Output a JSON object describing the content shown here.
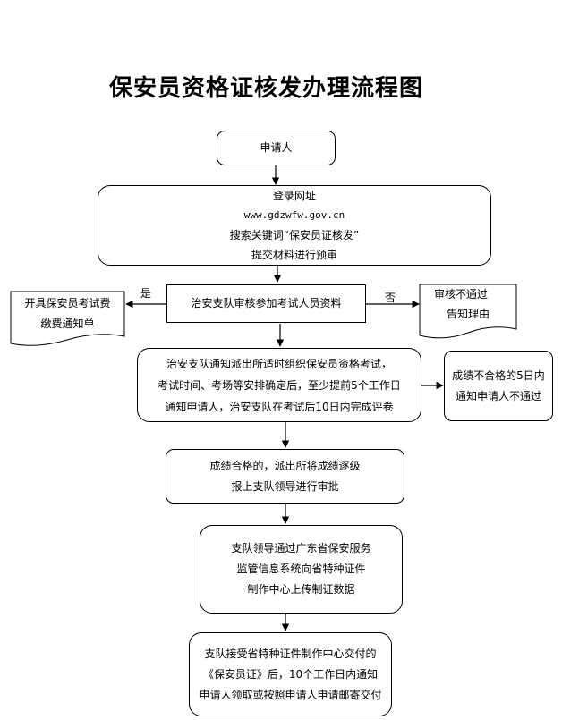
{
  "title": "保安员资格证核发办理流程图",
  "nodes": {
    "applicant": "申请人",
    "online": [
      "登录网址",
      "www.gdzwfw.gov.cn",
      "搜索关键词“保安员证核发”",
      "提交材料进行预审"
    ],
    "review": "治安支队审核参加考试人员资料",
    "fee_notice": [
      "开具保安员考试费",
      "缴费通知单"
    ],
    "reject_notice": [
      "审核不通过",
      "告知理由"
    ],
    "exam": [
      "治安支队通知派出所适时组织保安员资格考试，",
      "考试时间、考场等安排确定后，至少提前5个工作日",
      "通知申请人，治安支队在考试后10日内完成评卷"
    ],
    "fail_notice": [
      "成绩不合格的5日内",
      "通知申请人不通过"
    ],
    "pass_report": [
      "成绩合格的，派出所将成绩逐级",
      "报上支队领导进行审批"
    ],
    "upload": [
      "支队领导通过广东省保安服务",
      "监管信息系统向省特种证件",
      "制作中心上传制证数据"
    ],
    "deliver": [
      "支队接受省特种证件制作中心交付的",
      "《保安员证》后，10个工作日内通知",
      "申请人领取或按照申请人申请邮寄交付"
    ]
  },
  "labels": {
    "yes": "是",
    "no": "否"
  }
}
